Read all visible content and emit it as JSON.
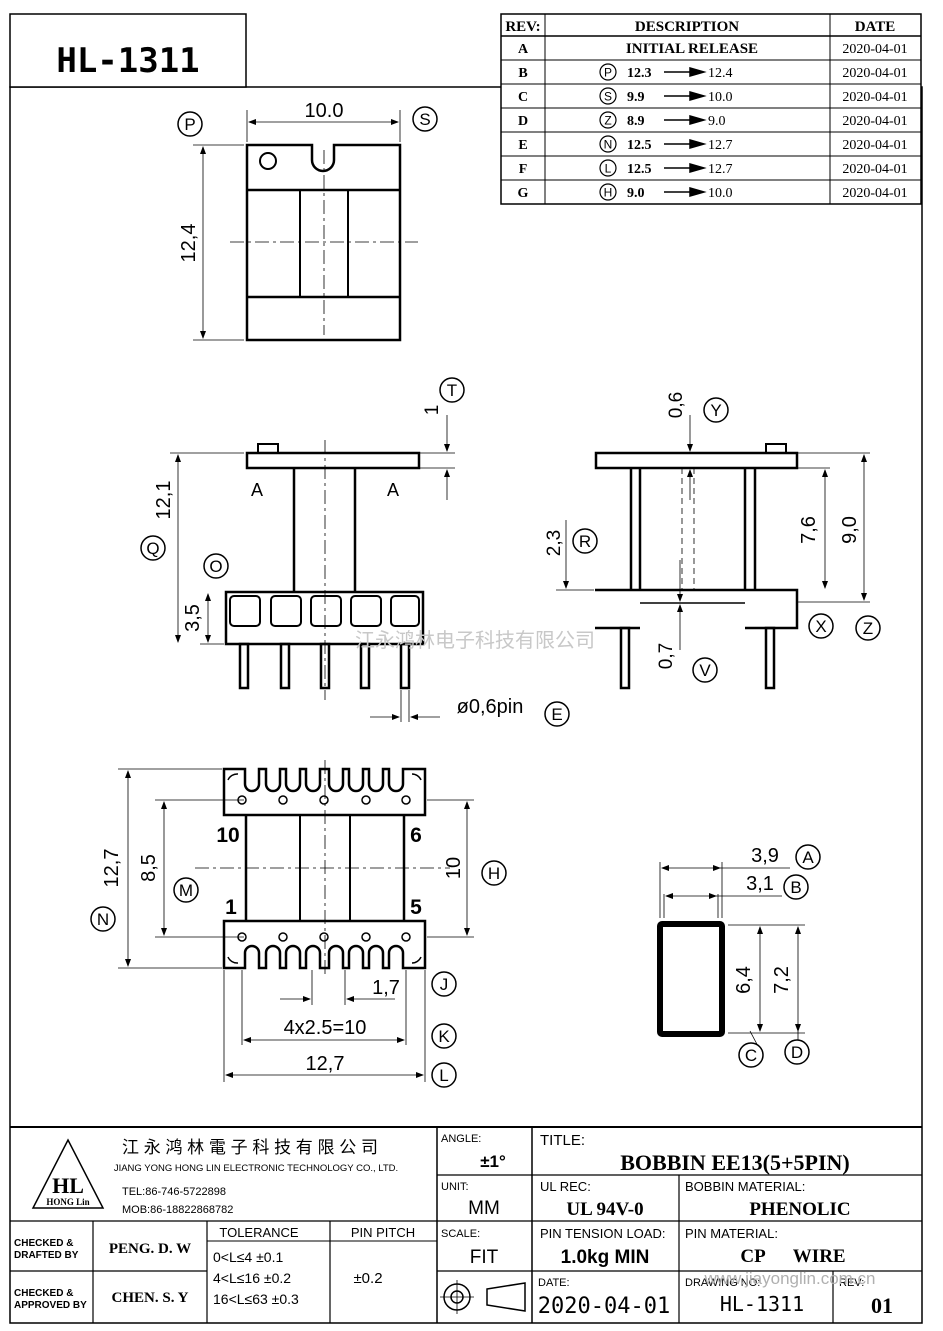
{
  "part_no": "HL-1311",
  "revisions": {
    "headers": {
      "rev": "REV:",
      "description": "DESCRIPTION",
      "date": "DATE"
    },
    "rows": [
      {
        "rev": "A",
        "symbol": "",
        "from": "",
        "to": "",
        "text": "INITIAL  RELEASE",
        "date": "2020-04-01"
      },
      {
        "rev": "B",
        "symbol": "P",
        "from": "12.3",
        "to": "12.4",
        "text": "",
        "date": "2020-04-01"
      },
      {
        "rev": "C",
        "symbol": "S",
        "from": "9.9",
        "to": "10.0",
        "text": "",
        "date": "2020-04-01"
      },
      {
        "rev": "D",
        "symbol": "Z",
        "from": "8.9",
        "to": "9.0",
        "text": "",
        "date": "2020-04-01"
      },
      {
        "rev": "E",
        "symbol": "N",
        "from": "12.5",
        "to": "12.7",
        "text": "",
        "date": "2020-04-01"
      },
      {
        "rev": "F",
        "symbol": "L",
        "from": "12.5",
        "to": "12.7",
        "text": "",
        "date": "2020-04-01"
      },
      {
        "rev": "G",
        "symbol": "H",
        "from": "9.0",
        "to": "10.0",
        "text": "",
        "date": "2020-04-01"
      }
    ]
  },
  "dimensions": {
    "top_width": "10.0",
    "top_height": "12,4",
    "flange_t": "1",
    "height_q": "12,1",
    "base_o": "3,5",
    "section_a": "A",
    "gap_y": "0,6",
    "winding_r": "2,3",
    "inner_height": "7,6",
    "overall_height": "9,0",
    "base_v": "0,7",
    "pin_dia": "ø0,6pin",
    "bottom_height": "12,7",
    "inner_width": "8,5",
    "flange_h": "10",
    "pin_a": "1,7",
    "pin_pitch": "4x2.5=10",
    "pin_span": "12,7",
    "core_a": "3,9",
    "core_b": "3,1",
    "core_c": "6,4",
    "core_d": "7,2",
    "pins": {
      "p10": "10",
      "p6": "6",
      "p1": "1",
      "p5": "5"
    },
    "labels": {
      "P": "P",
      "S": "S",
      "T": "T",
      "Q": "Q",
      "O": "O",
      "Y": "Y",
      "R": "R",
      "X": "X",
      "Z": "Z",
      "V": "V",
      "E": "E",
      "N": "N",
      "M": "M",
      "H": "H",
      "J": "J",
      "K": "K",
      "L": "L",
      "A": "A",
      "B": "B",
      "C": "C",
      "D": "D"
    }
  },
  "watermark": "江永鸿林电子科技有限公司",
  "company": {
    "name_cn": "江 永 鸿 林 電 子 科 技 有 限 公 司",
    "name_en": "JIANG YONG HONG LIN ELECTRONIC TECHNOLOGY CO., LTD.",
    "logo_text": "HL",
    "logo_sub": "HONG Lin",
    "tel": "TEL:86-746-5722898",
    "mob": "MOB:86-18822868782"
  },
  "title_block": {
    "angle_label": "ANGLE:",
    "angle_value": "±1°",
    "unit_label": "UNIT:",
    "unit_value": "MM",
    "scale_label": "SCALE:",
    "scale_value": "FIT",
    "title_label": "TITLE:",
    "title_value": "BOBBIN EE13(5+5PIN)",
    "ul_label": "UL REC:",
    "ul_value": "UL 94V-0",
    "material_label": "BOBBIN MATERIAL:",
    "material_value": "PHENOLIC",
    "tension_label": "PIN TENSION LOAD:",
    "tension_value": "1.0kg MIN",
    "pin_material_label": "PIN MATERIAL:",
    "pin_material_value": "CP      WIRE",
    "date_label": "DATE:",
    "date_value": "2020-04-01",
    "drawing_label": "DRAWING NO:",
    "drawing_value": "HL-1311",
    "rev_label": "REV:",
    "rev_value": "01",
    "checked_drafted": "CHECKED &\nDRAFTED BY",
    "checked_drafted_1": "CHECKED &",
    "checked_drafted_2": "DRAFTED BY",
    "drafted_by": "PENG. D. W",
    "checked_approved_1": "CHECKED &",
    "checked_approved_2": "APPROVED BY",
    "approved_by": "CHEN. S. Y",
    "tolerance_label": "TOLERANCE",
    "tolerances": [
      "0<L≤4   ±0.1",
      "4<L≤16  ±0.2",
      "16<L≤63 ±0.3"
    ],
    "pin_pitch_label": "PIN PITCH",
    "pin_pitch_value": "±0.2",
    "url_watermark": "www.jiayonglin.com.cn"
  }
}
